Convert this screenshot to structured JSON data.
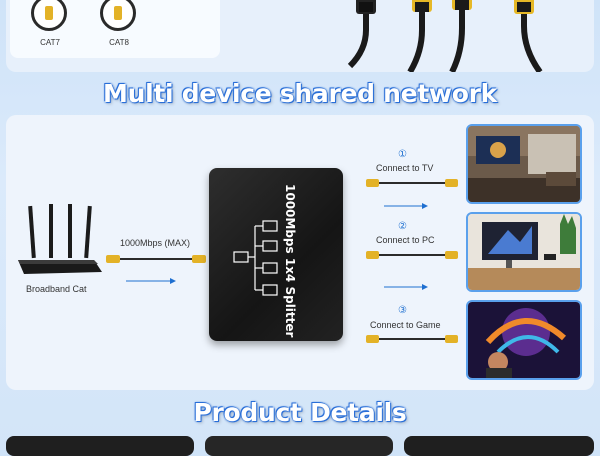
{
  "top": {
    "cables": [
      {
        "label": "CAT7"
      },
      {
        "label": "CAT8"
      }
    ]
  },
  "headline_network": "Multi device shared network",
  "diagram": {
    "router_label": "Broadband Cat",
    "input_speed": "1000Mbps (MAX)",
    "splitter_label": "1000Mbps 1x4 Splitter",
    "outputs": [
      {
        "number": "①",
        "label": "Connect to TV"
      },
      {
        "number": "②",
        "label": "Connect to PC"
      },
      {
        "number": "③",
        "label": "Connect to Game"
      }
    ]
  },
  "headline_details": "Product Details",
  "colors": {
    "accent": "#2a6fd8",
    "link_blue": "#1e6fd0",
    "cable_yellow": "#e3b227",
    "splitter_black": "#1a1a1a",
    "panel": "#eef4fc"
  }
}
